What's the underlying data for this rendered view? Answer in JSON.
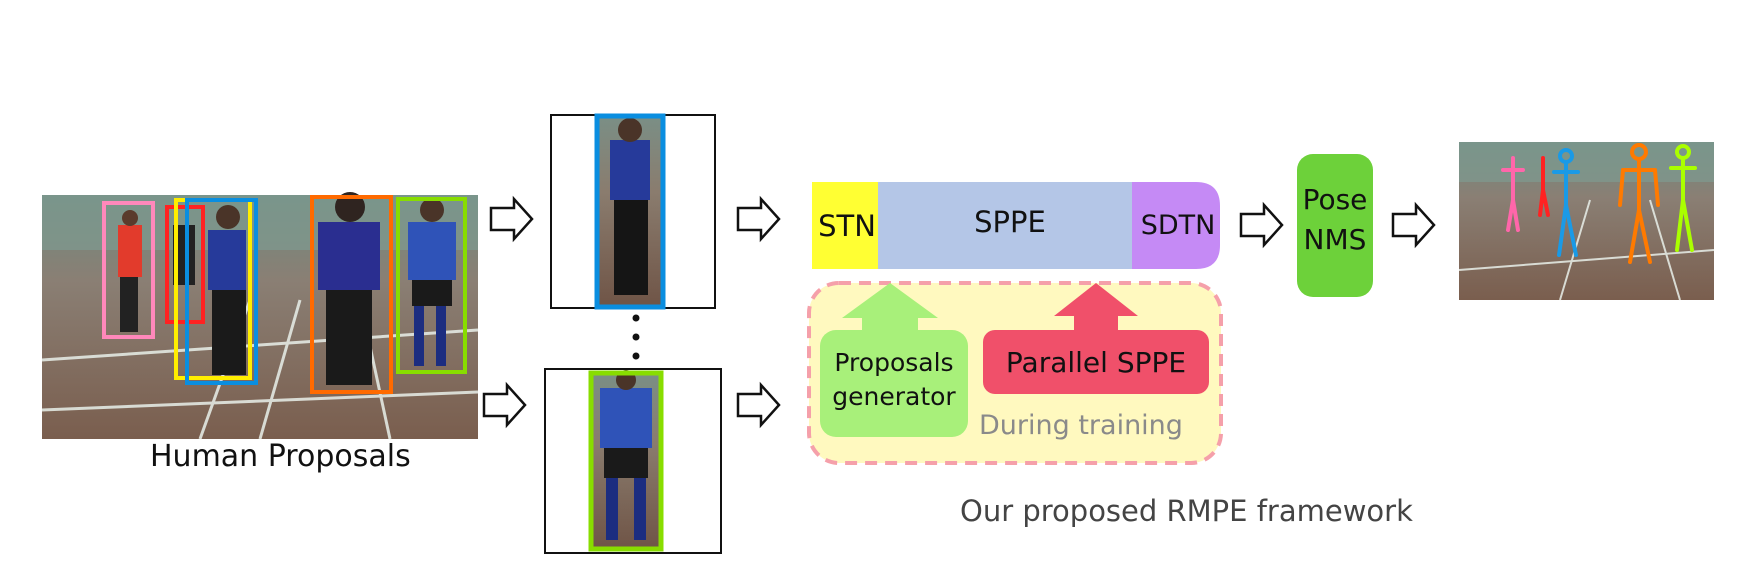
{
  "labels": {
    "human_proposals": "Human Proposals",
    "stn": "STN",
    "sppe": "SPPE",
    "sdtn": "SDTN",
    "pose_nms_line1": "Pose",
    "pose_nms_line2": "NMS",
    "proposals_generator_line1": "Proposals",
    "proposals_generator_line2": "generator",
    "parallel_sppe": "Parallel SPPE",
    "during_training": "During training",
    "caption": "Our proposed RMPE framework"
  },
  "colors": {
    "stn": "#ffff33",
    "sppe": "#b4c6e7",
    "sdtn": "#c58af5",
    "pose_nms": "#6dd13a",
    "proposals_generator": "#a8f07a",
    "parallel_sppe": "#f0506a",
    "training_fill": "#fff9bf",
    "training_border": "#f5a0aa",
    "green_arrow": "#a8f07a",
    "red_arrow": "#f0506a"
  },
  "proposal_box_colors": [
    "#ff88bb",
    "#ff2222",
    "#ffee00",
    "#0a8ee0",
    "#ff6a00",
    "#88dd00"
  ],
  "skeleton_colors": [
    "#ff66aa",
    "#ff2222",
    "#1a9ae6",
    "#ff7a00",
    "#aaff00"
  ]
}
